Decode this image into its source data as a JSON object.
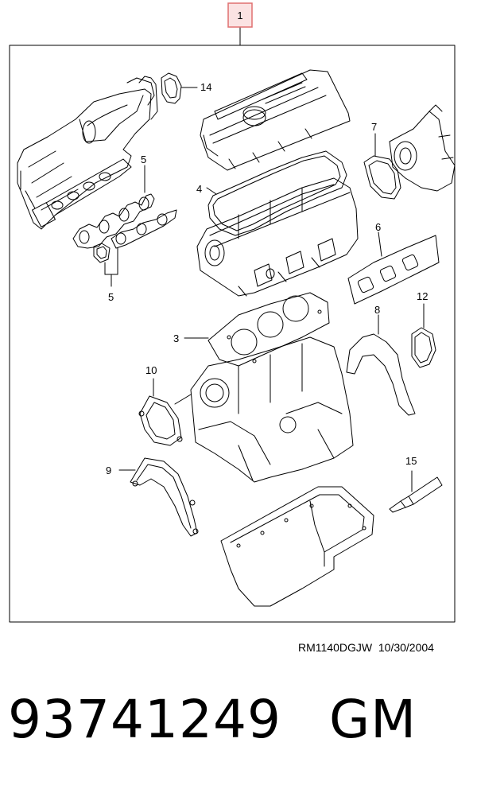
{
  "diagram": {
    "assembly_callout": "1",
    "callouts": [
      "14",
      "5",
      "5",
      "4",
      "7",
      "6",
      "3",
      "8",
      "12",
      "10",
      "9",
      "15"
    ]
  },
  "reference": {
    "drawing_code": "RM1140DGJW",
    "date": "10/30/2004"
  },
  "part": {
    "number": "93741249",
    "brand": "GM"
  },
  "colors": {
    "callout_box_border": "#e07070",
    "callout_box_fill": "#fbe3e3",
    "line": "#000000"
  }
}
